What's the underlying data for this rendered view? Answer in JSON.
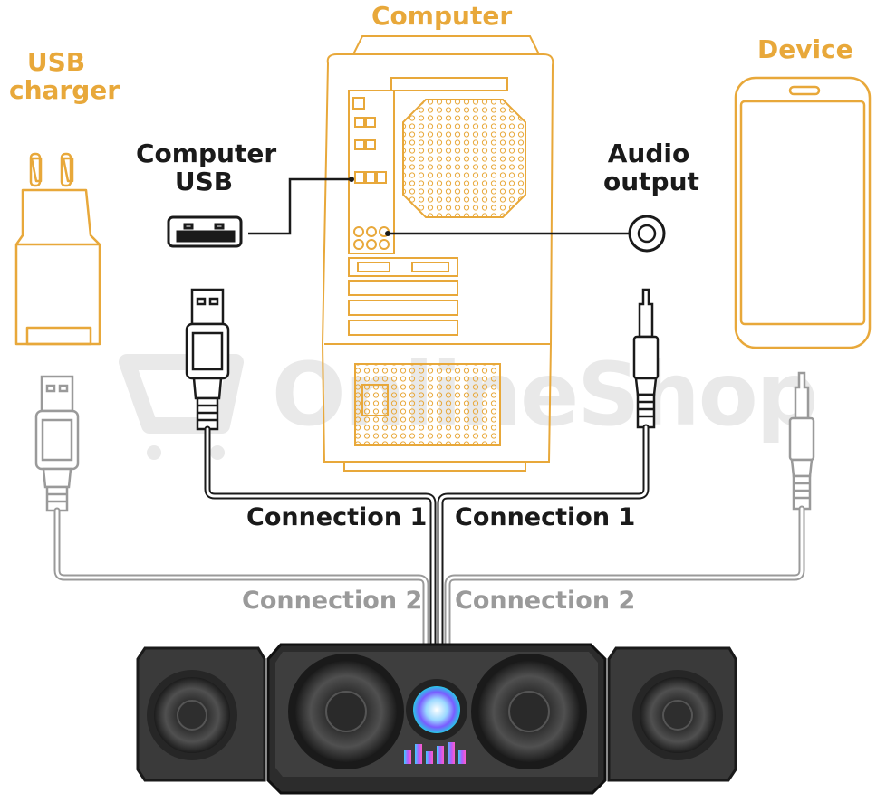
{
  "labels": {
    "computer": "Computer",
    "usb_charger": "USB\ncharger",
    "device": "Device",
    "computer_usb": "Computer\nUSB",
    "audio_output": "Audio\noutput",
    "connection1_left": "Connection 1",
    "connection1_right": "Connection 1",
    "connection2_left": "Connection 2",
    "connection2_right": "Connection 2"
  },
  "watermark": "OnlineShop",
  "colors": {
    "accent_orange": "#e8a83a",
    "line_dark": "#1a1a1a",
    "line_grey": "#9a9a9a",
    "watermark": "#e9e9e9",
    "speaker_body": "#3a3a3a"
  },
  "icons": [
    "usb-charger-icon",
    "computer-tower-icon",
    "smartphone-icon",
    "usb-port-icon",
    "audio-jack-icon",
    "usb-plug-icon",
    "audio-plug-icon",
    "speaker-set-icon",
    "cart-watermark-icon"
  ]
}
